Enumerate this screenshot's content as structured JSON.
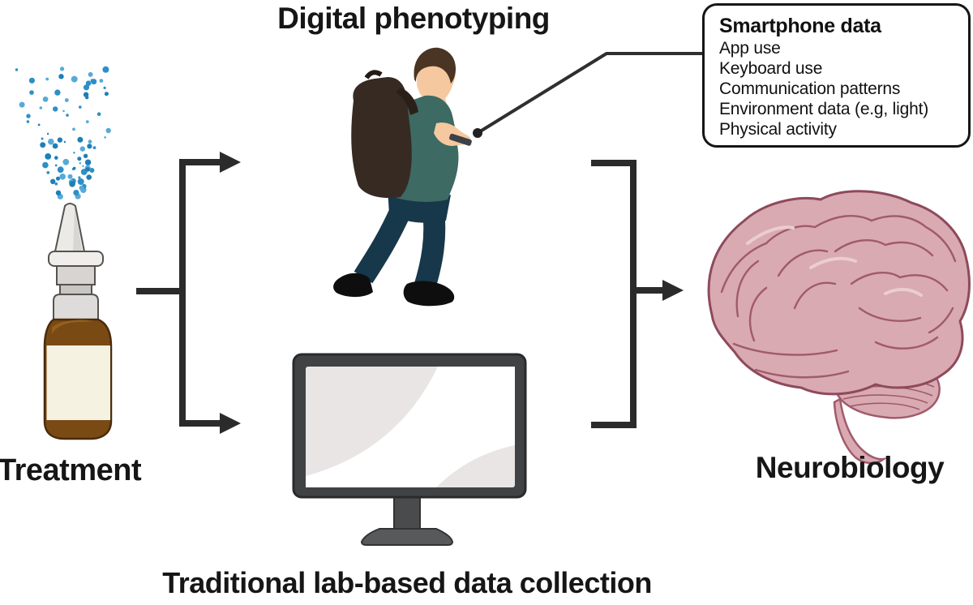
{
  "diagram": {
    "title": "Digital phenotyping",
    "treatment_label": "Treatment",
    "neurobiology_label": "Neurobiology",
    "bottom_label": "Traditional lab-based data collection"
  },
  "smartphone_box": {
    "title": "Smartphone data",
    "items": [
      "App use",
      "Keyboard use",
      "Communication patterns",
      "Environment data (e.g, light)",
      "Physical activity"
    ]
  },
  "colors": {
    "spray_blue": "#2E8FC6",
    "bottle_amber": "#7A4A15",
    "bottle_label_cream": "#F6F2E2",
    "cap_gray": "#DCDAD8",
    "shirt_teal": "#3D6A62",
    "pants_navy": "#17384A",
    "skin": "#F6C89F",
    "backpack_brown": "#362A23",
    "monitor_gray": "#414244",
    "screen_gray": "#E9E5E4",
    "brain_pink": "#D9AAB1",
    "brain_outline": "#A05A6C",
    "arrow_black": "#2B2B2B"
  }
}
